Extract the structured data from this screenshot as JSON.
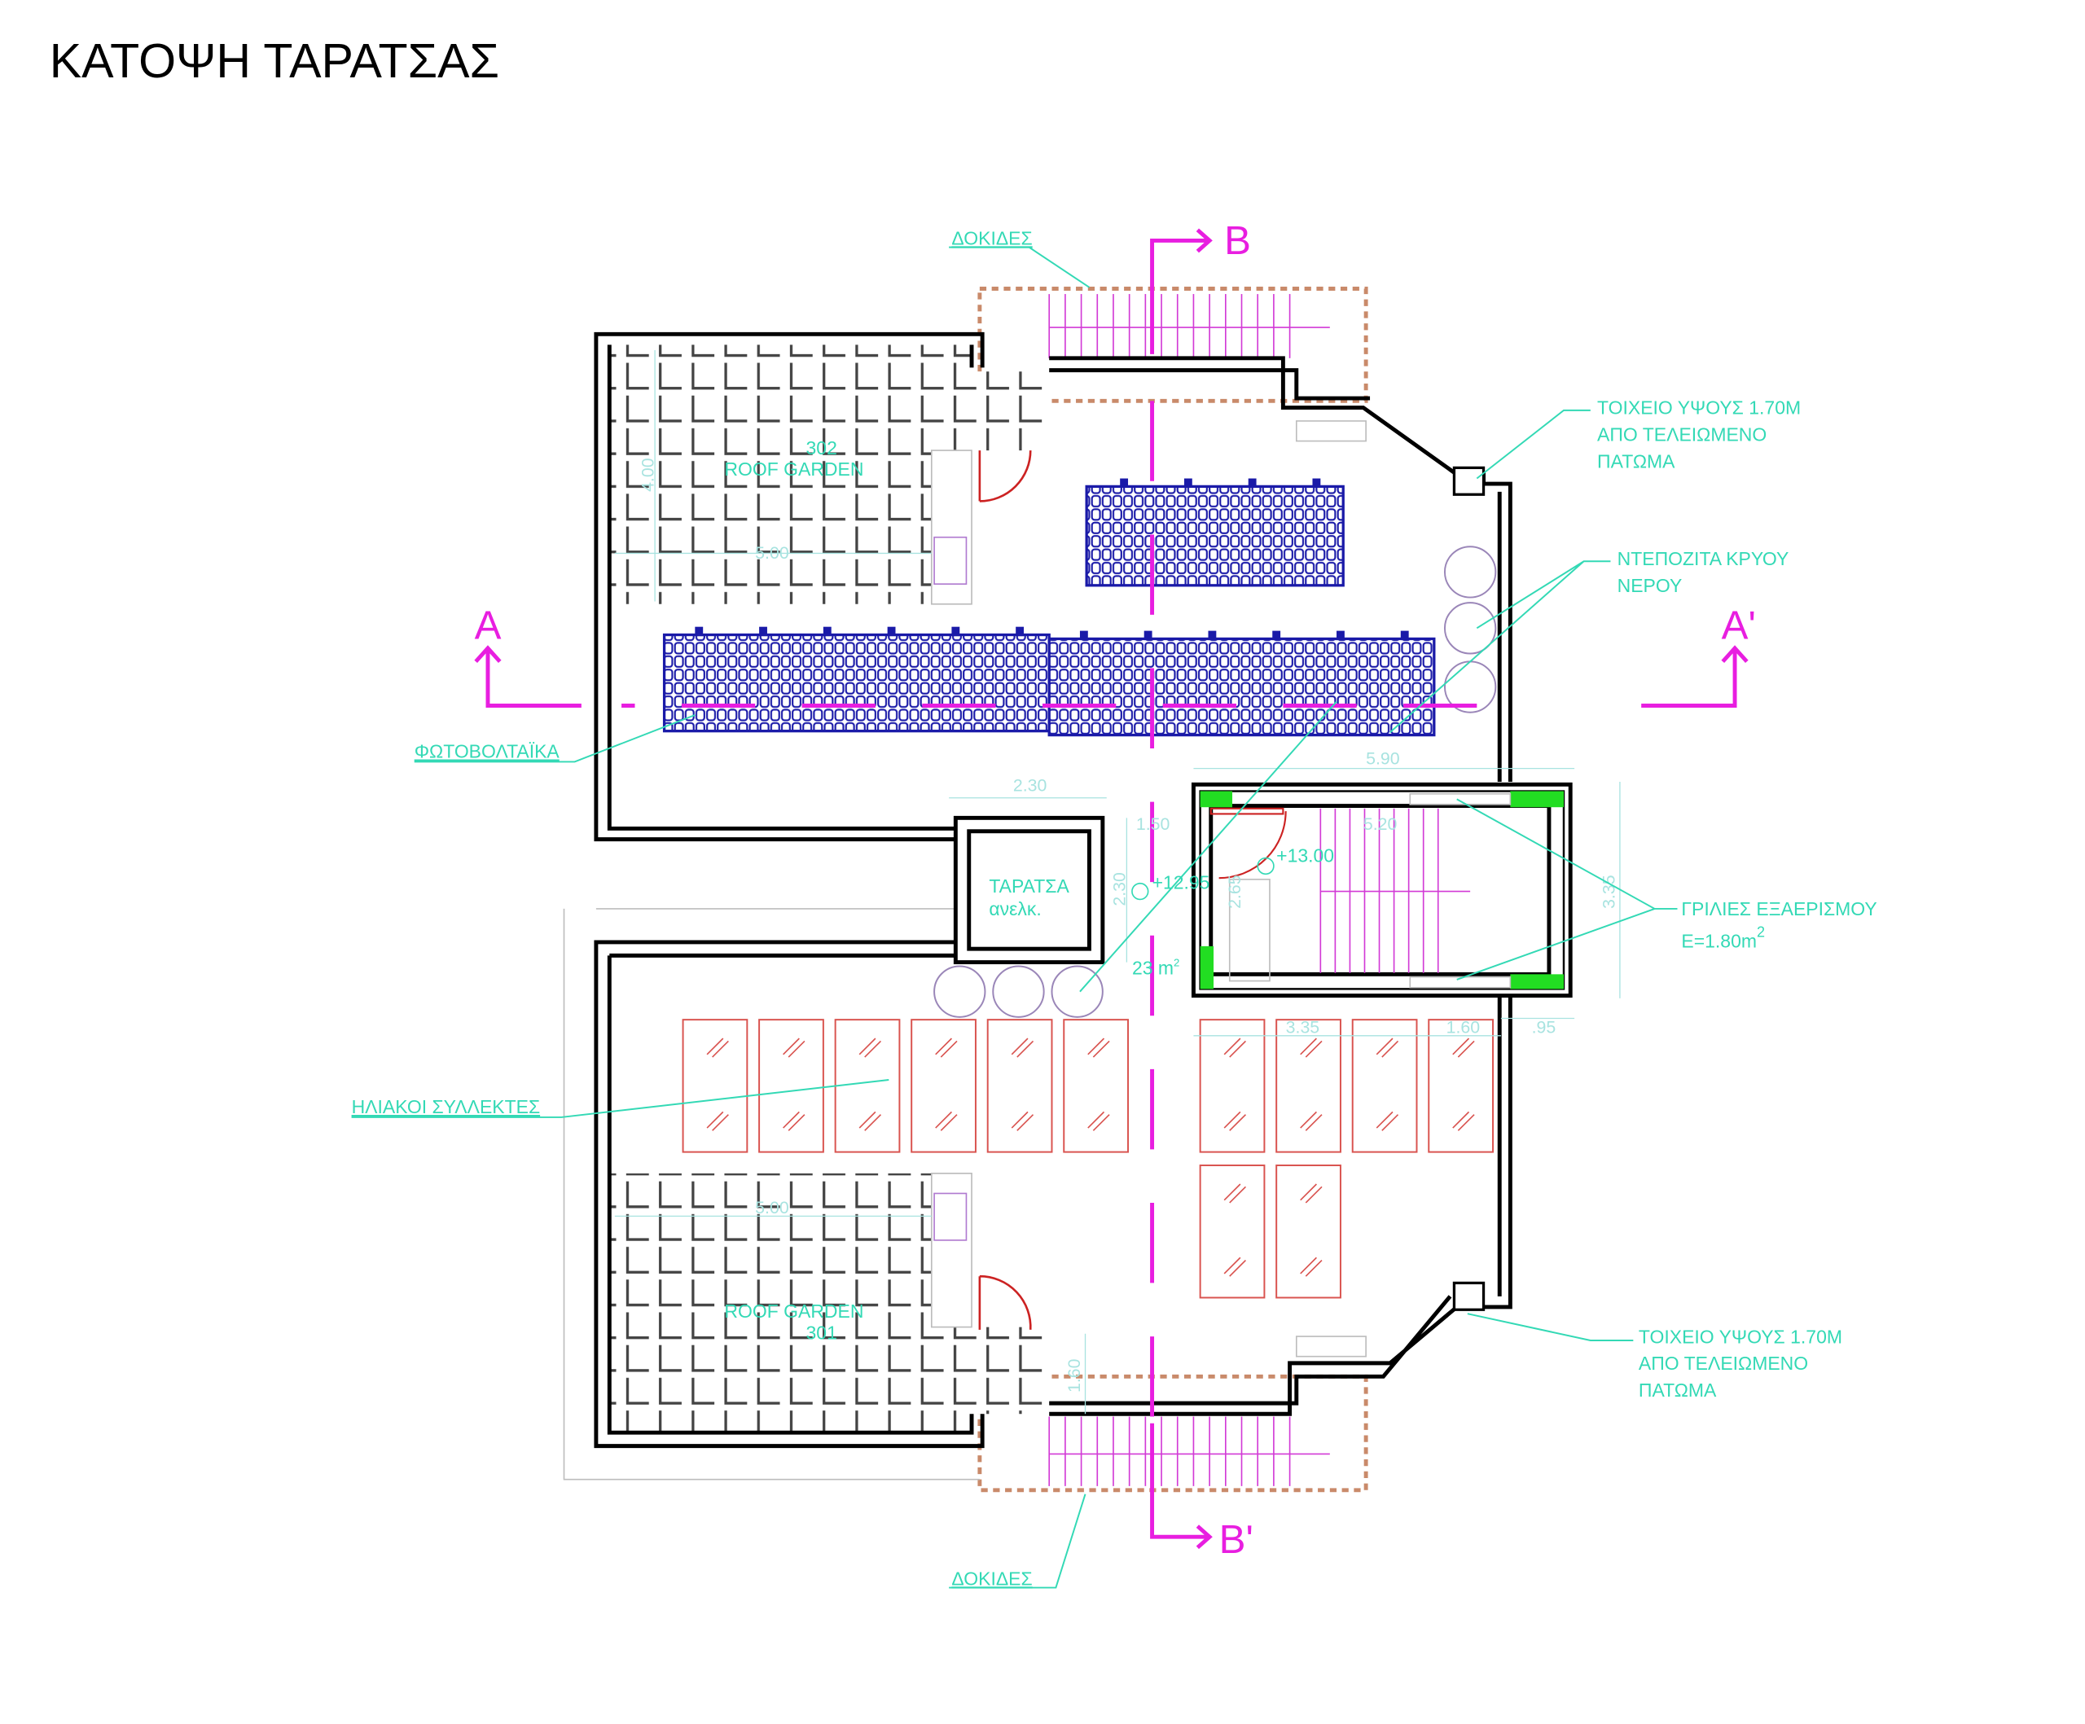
{
  "title": "ΚΑΤΟΨΗ ΤΑΡΑΤΣΑΣ",
  "colors": {
    "annotation": "#33d9b5",
    "section": "#e81ee0",
    "walls": "#000000",
    "pv": "#1a1aa8",
    "collectors": "#d9534f",
    "vent_grille": "#22dd22",
    "door": "#cc2222"
  },
  "section_marks": {
    "a": "A",
    "a_prime": "A'",
    "b": "B",
    "b_prime": "B'"
  },
  "annotations": {
    "beams_top": "ΔΟΚΙΔΕΣ",
    "beams_bottom": "ΔΟΚΙΔΕΣ",
    "wall_top": [
      "ΤΟΙΧΕΙΟ ΥΨΟΥΣ 1.70Μ",
      "ΑΠΟ ΤΕΛΕΙΩΜΕΝΟ",
      "ΠΑΤΩΜΑ"
    ],
    "wall_bottom": [
      "ΤΟΙΧΕΙΟ ΥΨΟΥΣ 1.70Μ",
      "ΑΠΟ ΤΕΛΕΙΩΜΕΝΟ",
      "ΠΑΤΩΜΑ"
    ],
    "tanks": [
      "ΝΤΕΠΟΖΙΤΑ ΚΡΥΟΥ",
      "ΝΕΡΟΥ"
    ],
    "photovoltaics": "ΦΩΤΟΒΟΛΤΑΪΚΑ",
    "grilles": [
      "ΓΡΙΛΙΕΣ ΕΞΑΕΡΙΣΜΟΥ",
      "Ε=1.80m",
      "2"
    ],
    "solar_collectors": "ΗΛΙΑΚΟΙ ΣΥΛΛΕΚΤΕΣ"
  },
  "rooms": {
    "garden_top": {
      "name": "ROOF GARDEN",
      "number": "302"
    },
    "garden_bottom": {
      "name": "ROOF GARDEN",
      "number": "301"
    },
    "lift": [
      "ΤΑΡΑΤΣΑ",
      "ανελκ."
    ],
    "level_landing": "+12.95",
    "level_stair": "+13.00",
    "area": "23 m",
    "area_sup": "2"
  },
  "dimensions": {
    "lift_width": "2.30",
    "lift_height": "2.30",
    "stair_width": "5.90",
    "stair_inner": "5.20",
    "landing": "1.50",
    "stair_height": "3.35",
    "lift_depth": "2.65",
    "col_a": "3.35",
    "col_b": "1.60",
    "col_c": ".95",
    "garden_top_h": "4.00",
    "garden_top_w": "5.00",
    "garden_bottom_w": "5.00",
    "garden_bottom_h": "1.60"
  }
}
